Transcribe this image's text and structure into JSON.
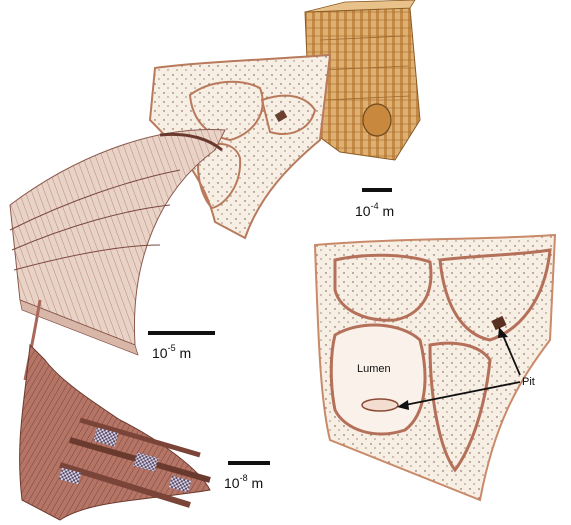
{
  "diagram": {
    "scale_bars": [
      {
        "id": "block",
        "base": "10",
        "exponent": "-4",
        "unit": "m"
      },
      {
        "id": "wall",
        "base": "10",
        "exponent": "-5",
        "unit": "m"
      },
      {
        "id": "fibrils",
        "base": "10",
        "exponent": "-8",
        "unit": "m"
      }
    ],
    "labels": {
      "lumen": "Lumen",
      "pit": "Pit"
    },
    "colors": {
      "cell_wall": "#c98a6a",
      "cell_fill": "#f6ece2",
      "middle_lamella": "#8a4a35",
      "wood_block": "#d9a766",
      "wood_dark": "#9c6a33",
      "fibril": "#a8675a",
      "ink": "#111111"
    }
  }
}
